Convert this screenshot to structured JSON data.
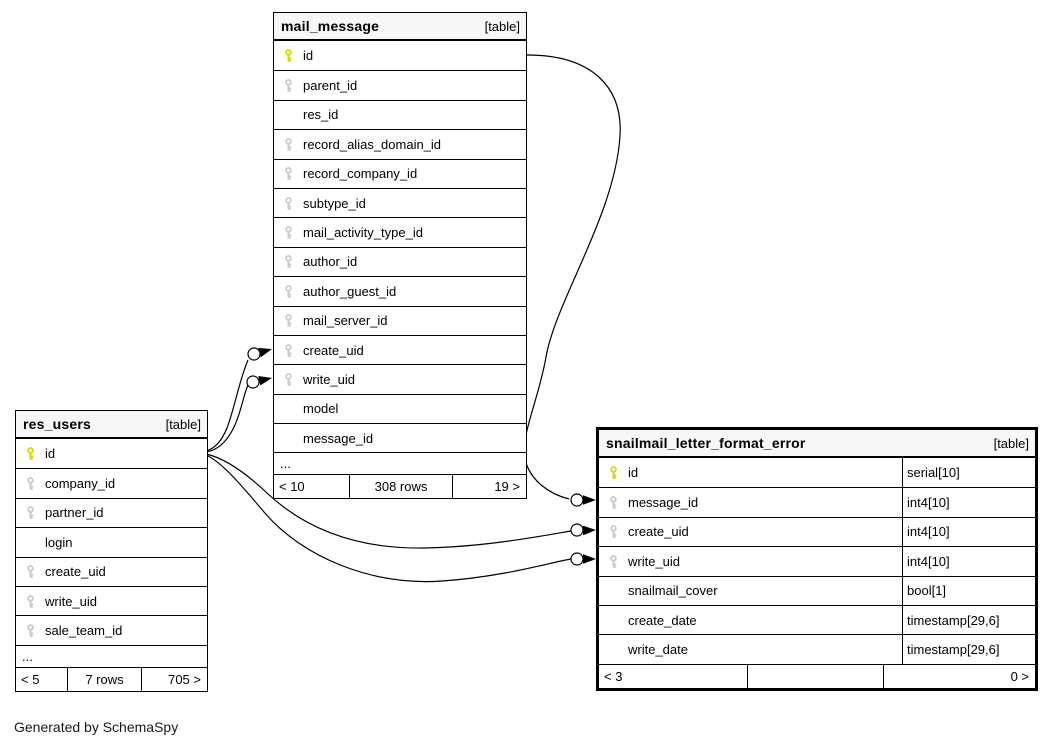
{
  "diagram": {
    "generator_note": "Generated by SchemaSpy"
  },
  "colors": {
    "primary_key": "#d6d600",
    "foreign_key": "#c9c9c9",
    "header_bg": "#f7f7f7",
    "border": "#000000",
    "row_bg": "#ffffff"
  },
  "tables": [
    {
      "id": "mail_message",
      "name": "mail_message",
      "tag": "[table]",
      "emphasized": false,
      "columns": [
        {
          "name": "id",
          "key": "primary",
          "type": ""
        },
        {
          "name": "parent_id",
          "key": "foreign",
          "type": ""
        },
        {
          "name": "res_id",
          "key": "none",
          "type": ""
        },
        {
          "name": "record_alias_domain_id",
          "key": "foreign",
          "type": ""
        },
        {
          "name": "record_company_id",
          "key": "foreign",
          "type": ""
        },
        {
          "name": "subtype_id",
          "key": "foreign",
          "type": ""
        },
        {
          "name": "mail_activity_type_id",
          "key": "foreign",
          "type": ""
        },
        {
          "name": "author_id",
          "key": "foreign",
          "type": ""
        },
        {
          "name": "author_guest_id",
          "key": "foreign",
          "type": ""
        },
        {
          "name": "mail_server_id",
          "key": "foreign",
          "type": ""
        },
        {
          "name": "create_uid",
          "key": "foreign",
          "type": ""
        },
        {
          "name": "write_uid",
          "key": "foreign",
          "type": ""
        },
        {
          "name": "model",
          "key": "none",
          "type": ""
        },
        {
          "name": "message_id",
          "key": "none",
          "type": ""
        }
      ],
      "ellipsis": "...",
      "footer": {
        "left": "< 10",
        "center": "308 rows",
        "right": "19 >"
      }
    },
    {
      "id": "res_users",
      "name": "res_users",
      "tag": "[table]",
      "emphasized": false,
      "columns": [
        {
          "name": "id",
          "key": "primary",
          "type": ""
        },
        {
          "name": "company_id",
          "key": "foreign",
          "type": ""
        },
        {
          "name": "partner_id",
          "key": "foreign",
          "type": ""
        },
        {
          "name": "login",
          "key": "none",
          "type": ""
        },
        {
          "name": "create_uid",
          "key": "foreign",
          "type": ""
        },
        {
          "name": "write_uid",
          "key": "foreign",
          "type": ""
        },
        {
          "name": "sale_team_id",
          "key": "foreign",
          "type": ""
        }
      ],
      "ellipsis": "...",
      "footer": {
        "left": "< 5",
        "center": "7 rows",
        "right": "705 >"
      }
    },
    {
      "id": "snailmail_letter_format_error",
      "name": "snailmail_letter_format_error",
      "tag": "[table]",
      "emphasized": true,
      "columns": [
        {
          "name": "id",
          "key": "primary",
          "type": "serial[10]"
        },
        {
          "name": "message_id",
          "key": "foreign",
          "type": "int4[10]"
        },
        {
          "name": "create_uid",
          "key": "foreign",
          "type": "int4[10]"
        },
        {
          "name": "write_uid",
          "key": "foreign",
          "type": "int4[10]"
        },
        {
          "name": "snailmail_cover",
          "key": "none",
          "type": "bool[1]"
        },
        {
          "name": "create_date",
          "key": "none",
          "type": "timestamp[29,6]"
        },
        {
          "name": "write_date",
          "key": "none",
          "type": "timestamp[29,6]"
        }
      ],
      "ellipsis": null,
      "footer": {
        "left": "< 3",
        "center": "",
        "right": "0 >"
      }
    }
  ],
  "relationships": [
    {
      "from": "mail_message.id",
      "to": "snailmail_letter_format_error.message_id"
    },
    {
      "from": "res_users.id",
      "to": "mail_message.create_uid"
    },
    {
      "from": "res_users.id",
      "to": "mail_message.write_uid"
    },
    {
      "from": "res_users.id",
      "to": "snailmail_letter_format_error.create_uid"
    },
    {
      "from": "res_users.id",
      "to": "snailmail_letter_format_error.write_uid"
    }
  ]
}
